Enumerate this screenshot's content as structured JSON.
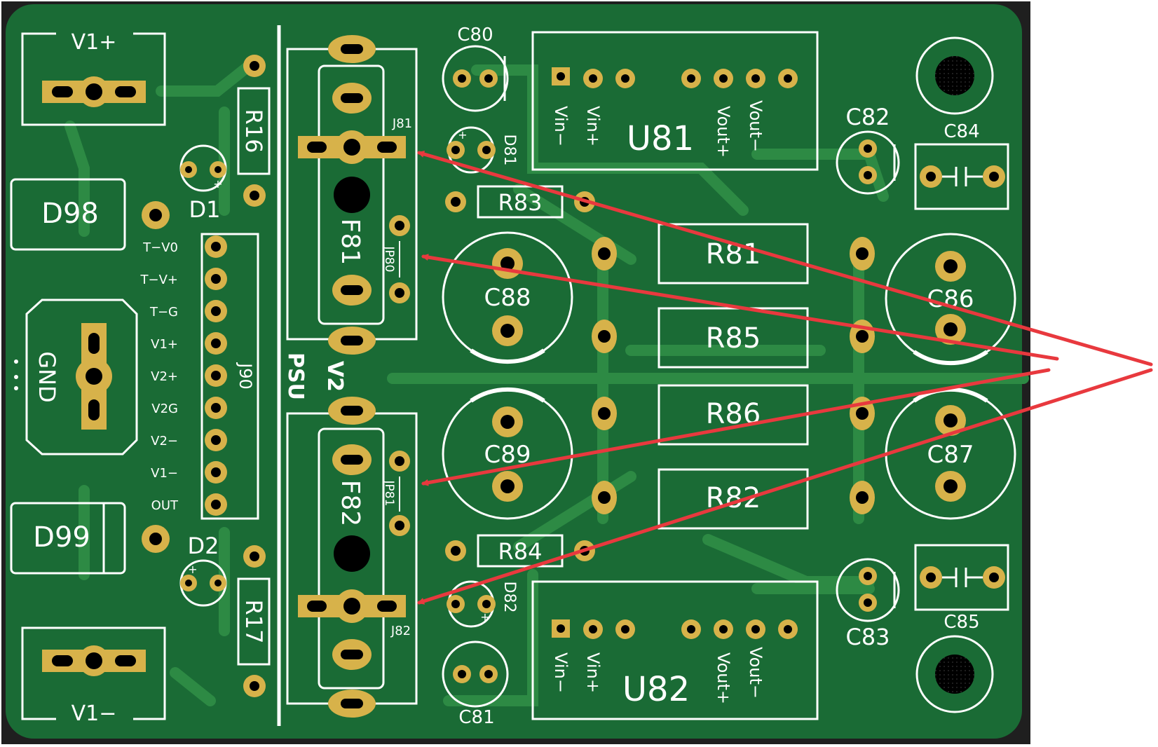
{
  "colors": {
    "board": "#1a6b35",
    "board_dark": "#15592c",
    "trace": "#2d8a44",
    "pad": "#d7b24a",
    "silk": "#ffffff",
    "hole": "#000000",
    "arrow": "#e8393e",
    "frame": "#1a1a1a"
  },
  "labels": {
    "v1plus": "V1+",
    "v1minus": "V1−",
    "r16": "R16",
    "r17": "R17",
    "d1": "D1",
    "d2": "D2",
    "d98": "D98",
    "d99": "D99",
    "gnd": "GND",
    "j90": "J90",
    "v2": "V2",
    "psu": "PSU",
    "j81": "J81",
    "j82": "J82",
    "f81": "F81",
    "f82": "F82",
    "jp80": "JP80",
    "jp81": "JP81",
    "c80": "C80",
    "c81": "C81",
    "d81": "D81",
    "d82": "D82",
    "r83": "R83",
    "r84": "R84",
    "c88": "C88",
    "c89": "C89",
    "r81": "R81",
    "r85": "R85",
    "r86": "R86",
    "r82": "R82",
    "c86": "C86",
    "c87": "C87",
    "c82": "C82",
    "c83": "C83",
    "c84": "C84",
    "c85": "C85",
    "u81": "U81",
    "u82": "U82",
    "vin_minus": "Vin−",
    "vin_plus": "Vin+",
    "vout_plus": "Vout+",
    "vout_minus": "Vout−"
  },
  "j90_pins": [
    "T−V0",
    "T−V+",
    "T−G",
    "V1+",
    "V2+",
    "V2G",
    "V2−",
    "V1−",
    "OUT"
  ]
}
